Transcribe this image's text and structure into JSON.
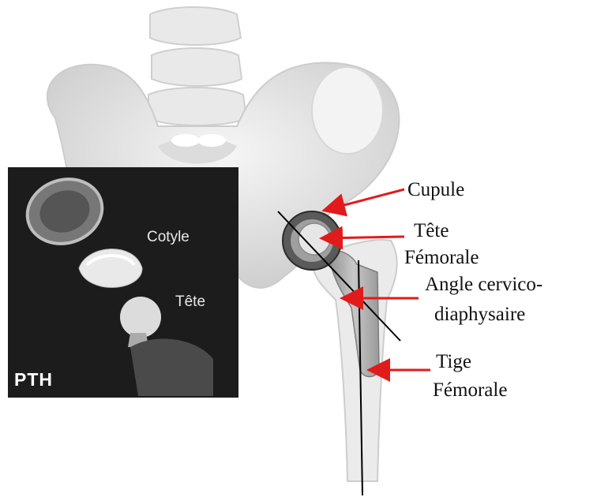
{
  "labels": {
    "cupule": "Cupule",
    "tete_line1": "Tête",
    "tete_line2": "Fémorale",
    "angle_line1": "Angle cervico-",
    "angle_line2": "diaphysaire",
    "tige_line1": "Tige",
    "tige_line2": "Fémorale"
  },
  "inset": {
    "cotyle": "Cotyle",
    "tete": "Tête",
    "badge": "PTH"
  },
  "colors": {
    "arrow": "#e11b1b",
    "bone": "#ececec",
    "bone_shade": "#c9c9c9",
    "inset_bg": "#1c1c1c",
    "stem": "#b9b9b9"
  }
}
